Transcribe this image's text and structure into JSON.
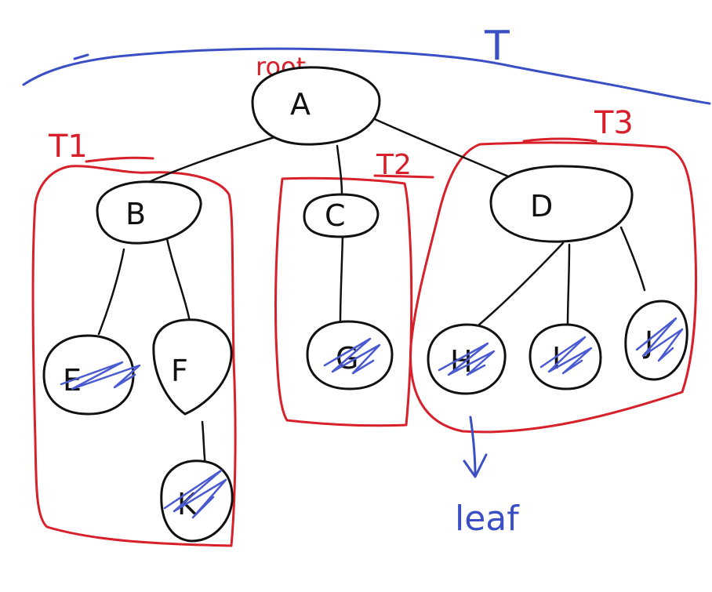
{
  "labels": {
    "tree": "T",
    "root": "root",
    "subtree1": "T1",
    "subtree2": "T2",
    "subtree3": "T3",
    "leaf": "leaf"
  },
  "nodes": {
    "A": "A",
    "B": "B",
    "C": "C",
    "D": "D",
    "E": "E",
    "F": "F",
    "G": "G",
    "H": "H",
    "I": "I",
    "J": "J",
    "K": "K"
  },
  "edges": [
    [
      "A",
      "B"
    ],
    [
      "A",
      "C"
    ],
    [
      "A",
      "D"
    ],
    [
      "B",
      "E"
    ],
    [
      "B",
      "F"
    ],
    [
      "F",
      "K"
    ],
    [
      "C",
      "G"
    ],
    [
      "D",
      "H"
    ],
    [
      "D",
      "I"
    ],
    [
      "D",
      "J"
    ]
  ],
  "leaf_nodes": [
    "E",
    "K",
    "G",
    "H",
    "I",
    "J"
  ],
  "colors": {
    "subtree_outline": "#d8202a",
    "tree_brace": "#3a4fc4",
    "leaf_scribble": "#4a5ad0",
    "node_stroke": "#111111"
  }
}
